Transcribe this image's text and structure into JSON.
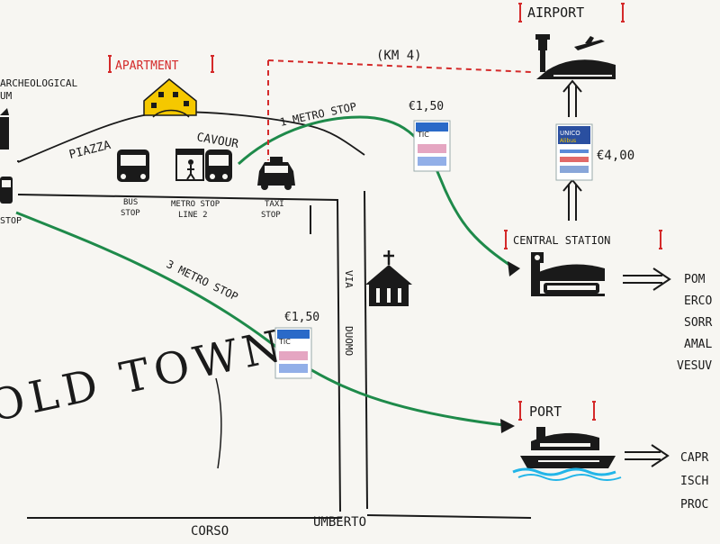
{
  "map": {
    "places": {
      "airport": "AIRPORT",
      "apartment": "APARTMENT",
      "central_station": "CENTRAL STATION",
      "port": "PORT",
      "archaeological_line1": "ARCHEOLOGICAL",
      "archaeological_line2": "UM",
      "old_town": "OLD TOWN"
    },
    "streets": {
      "piazza": "PIAZZA",
      "cavour": "CAVOUR",
      "via": "VIA",
      "duomo": "DUOMO",
      "corso": "CORSO",
      "umberto": "UMBERTO"
    },
    "transport": {
      "bus_stop": [
        "BUS",
        "STOP"
      ],
      "metro_stop": [
        "METRO STOP",
        "LINE 2"
      ],
      "taxi_stop": [
        "TAXI",
        "STOP"
      ],
      "left_stop": "STOP"
    },
    "routes": {
      "one_metro_stop": "1 METRO STOP",
      "three_metro_stop": "3 METRO STOP",
      "distance": "(KM 4)"
    },
    "prices": {
      "ticket_price_1": "€1,50",
      "ticket_price_2": "€1,50",
      "alibus_price": "€4,00"
    },
    "tickets": {
      "tic_label": "TIC",
      "unico_line1": "UNICO",
      "unico_line2": "Alibus"
    },
    "destinations_station": [
      "POM",
      "ERCO",
      "SORR",
      "AMAL",
      "VESUV"
    ],
    "destinations_port": [
      "CAPR",
      "ISCH",
      "PROC"
    ],
    "colors": {
      "route_green": "#1e8a4a",
      "label_red": "#d42a2a",
      "apartment_yellow": "#f5c800",
      "ink": "#1a1a1a",
      "wave_cyan": "#22b5e8"
    }
  }
}
